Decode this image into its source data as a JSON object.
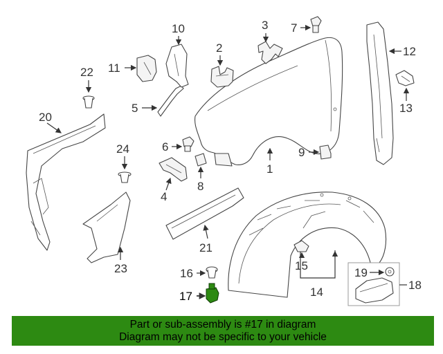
{
  "callouts": {
    "c1": "1",
    "c2": "2",
    "c3": "3",
    "c5": "5",
    "c6": "6",
    "c7": "7",
    "c8": "8",
    "c9": "9",
    "c10": "10",
    "c11": "11",
    "c12": "12",
    "c13": "13",
    "c14": "14",
    "c15": "15",
    "c16": "16",
    "c17": "17",
    "c18": "18",
    "c19": "19",
    "c20": "20",
    "c21": "21",
    "c22": "22",
    "c23": "23",
    "c24": "24",
    "c4": "4"
  },
  "highlight": {
    "part_number": "17",
    "color": "#2d8a12"
  },
  "footer": {
    "line1": "Part or sub-assembly is #17 in diagram",
    "line2": "Diagram may not be specific to your vehicle",
    "background": "#2d8a12"
  }
}
